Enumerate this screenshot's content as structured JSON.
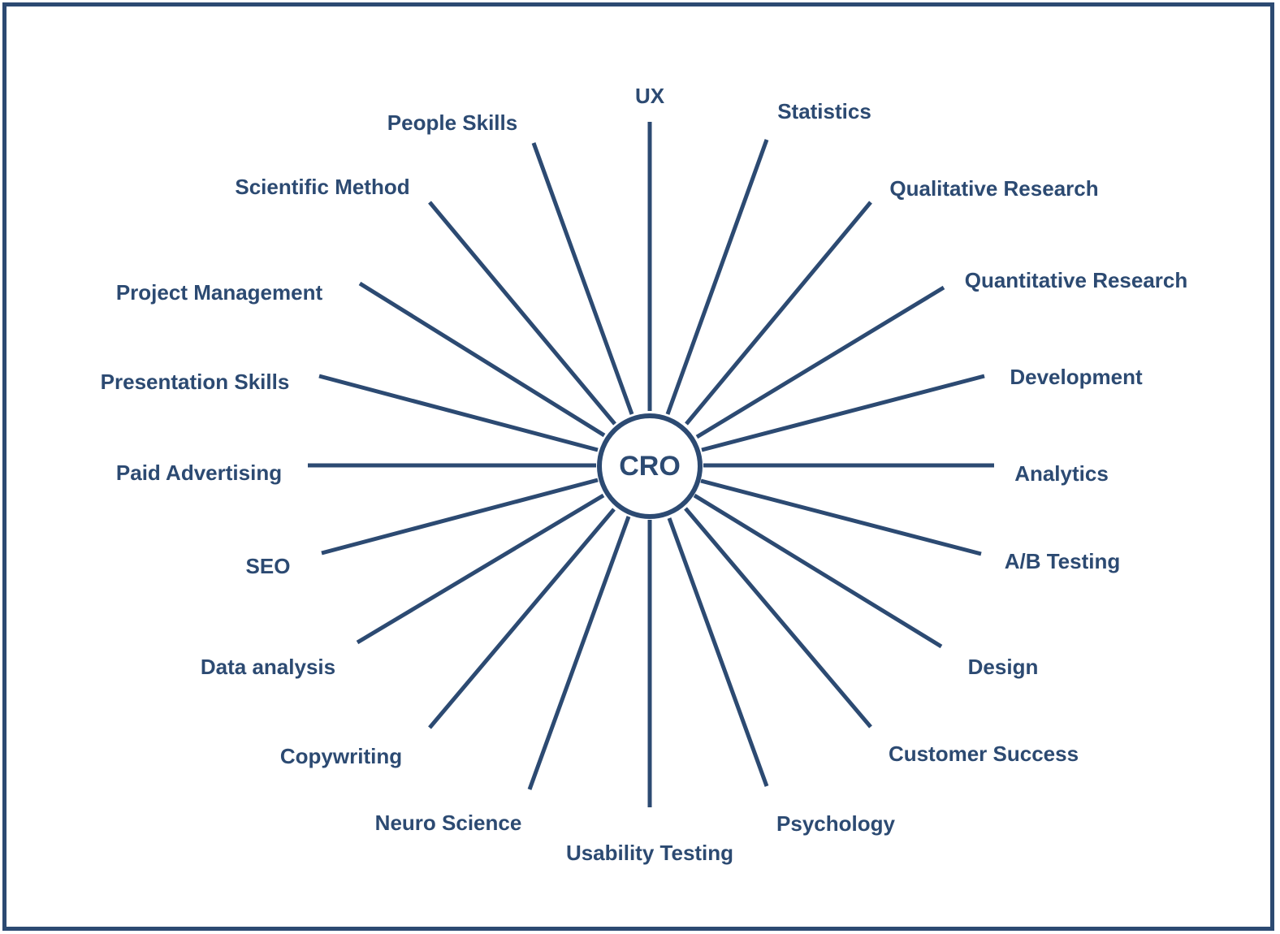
{
  "diagram": {
    "center_label": "CRO",
    "color": "#2c4a72",
    "spokes": [
      "UX",
      "Statistics",
      "Qualitative Research",
      "Quantitative Research",
      "Development",
      "Analytics",
      "A/B Testing",
      "Design",
      "Customer Success",
      "Psychology",
      "Usability Testing",
      "Neuro Science",
      "Copywriting",
      "Data analysis",
      "SEO",
      "Paid Advertising",
      "Presentation Skills",
      "Project Management",
      "Scientific Method",
      "People Skills"
    ]
  }
}
